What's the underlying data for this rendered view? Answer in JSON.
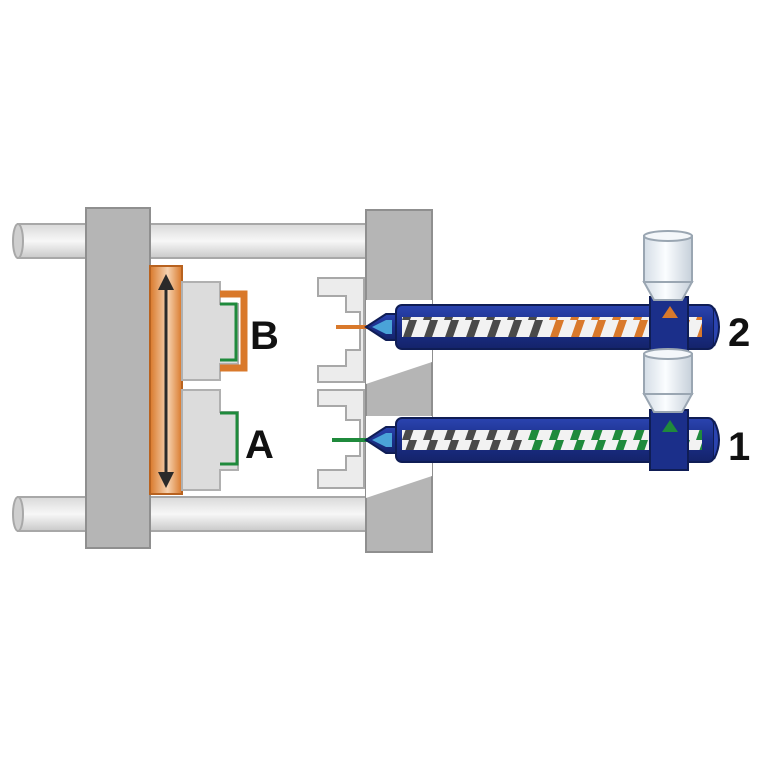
{
  "labels": {
    "cavity_b": "B",
    "cavity_a": "A",
    "unit_2": "2",
    "unit_1": "1"
  },
  "colors": {
    "machine_gray": "#b5b5b5",
    "machine_edge": "#8f8f8f",
    "light_gray": "#e3e3e3",
    "material_orange": "#d9792b",
    "material_green": "#1f8a3c",
    "barrel_blue": "#1b2f8a",
    "hopper_light": "#eef3f7"
  },
  "icons": {
    "rotation_arrow": "double-headed-arrow-icon",
    "hopper": "hopper-icon",
    "screw": "screw-icon"
  }
}
